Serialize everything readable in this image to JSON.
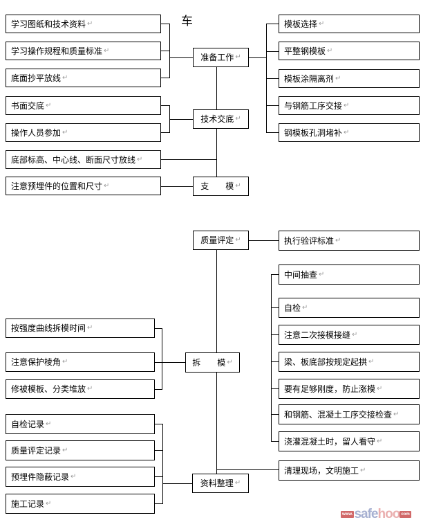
{
  "title": "车",
  "return_mark": "↵",
  "stages": {
    "prep": "准备工作",
    "tech": "技术交底",
    "support": "支　　模",
    "quality": "质量评定",
    "removal": "拆　　模",
    "archive": "资料整理"
  },
  "left_top": [
    "学习图纸和技术资料",
    "学习操作规程和质量标准",
    "底面抄平放线",
    "书面交底",
    "操作人员参加",
    "底部标高、中心线、断面尺寸放线",
    "注意预埋件的位置和尺寸"
  ],
  "right_top": [
    "模板选择",
    "平整钢模板",
    "模板涂隔离剂",
    "与钢筋工序交接",
    "钢模板孔洞堵补"
  ],
  "quality_right": "执行验评标准",
  "removal_right": [
    "中间抽查",
    "自检",
    "注意二次接模接缝",
    "梁、板底部按规定起拱",
    "要有足够刚度，防止涨模",
    "和钢筋、混凝土工序交接检查",
    "浇灌混凝土时，留人看守"
  ],
  "cleanup": "清理现场，文明施工",
  "removal_left": [
    "按强度曲线拆模时间",
    "注意保护棱角",
    "修被模板、分类堆放"
  ],
  "archive_left": [
    "自检记录",
    "质量评定记录",
    "预埋件隐蔽记录",
    "施工记录"
  ],
  "watermark": {
    "prefix": "www.",
    "safe": "safe",
    "hoo": "hoo",
    "suffix": "com"
  },
  "colors": {
    "line": "#000000",
    "return_mark": "#9a9a9a",
    "watermark_blue": "#97a3c9",
    "watermark_pink": "#e7a2a2",
    "watermark_red": "#c94f4f"
  }
}
